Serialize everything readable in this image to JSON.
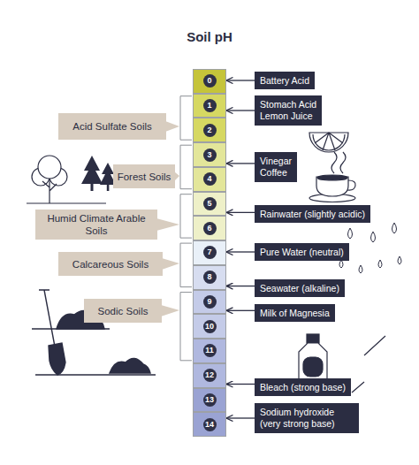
{
  "diagram": {
    "title": "Soil pH",
    "nodes": [
      {
        "text": [
          "0"
        ]
      },
      {
        "text": [
          "1"
        ]
      },
      {
        "text": [
          "2"
        ]
      },
      {
        "text": [
          "3"
        ]
      },
      {
        "text": [
          "4"
        ]
      },
      {
        "text": [
          "5"
        ]
      },
      {
        "text": [
          "6"
        ]
      },
      {
        "text": [
          "7"
        ]
      },
      {
        "text": [
          "8"
        ]
      },
      {
        "text": [
          "9"
        ]
      },
      {
        "text": [
          "10"
        ]
      },
      {
        "text": [
          "11"
        ]
      },
      {
        "text": [
          "12"
        ]
      },
      {
        "text": [
          "13"
        ]
      },
      {
        "text": [
          "14"
        ]
      },
      {
        "text": [
          "Battery Acid"
        ]
      },
      {
        "text": [
          "Stomach Acid",
          "Lemon Juice"
        ]
      },
      {
        "text": [
          "Vinegar",
          "Coffee"
        ]
      },
      {
        "text": [
          "Rainwater (slightly acidic)"
        ]
      },
      {
        "text": [
          "Pure Water (neutral)"
        ]
      },
      {
        "text": [
          "Seawater (alkaline)"
        ]
      },
      {
        "text": [
          "Milk of Magnesia"
        ]
      },
      {
        "text": [
          "Bleach (strong base)"
        ]
      },
      {
        "text": [
          "Sodium hydroxide (very strong base)"
        ]
      },
      {
        "text": [
          "Acid Sulfate Soils"
        ]
      },
      {
        "text": [
          "Forest Soils"
        ]
      },
      {
        "text": [
          "Humid Climate Arable Soils"
        ]
      },
      {
        "text": [
          "Calcareous Soils"
        ]
      },
      {
        "text": [
          "Sodic Soils"
        ]
      }
    ],
    "edges": [
      {
        "from": 15,
        "to": 0,
        "arrow": "to"
      },
      {
        "from": 16,
        "to": 1,
        "arrow": "to"
      },
      {
        "from": 17,
        "to": 3,
        "arrow": "to"
      },
      {
        "from": 18,
        "to": 5,
        "arrow": "to"
      },
      {
        "from": 19,
        "to": 7,
        "arrow": "to"
      },
      {
        "from": 20,
        "to": 8,
        "arrow": "to"
      },
      {
        "from": 21,
        "to": 9,
        "arrow": "to"
      },
      {
        "from": 22,
        "to": 12,
        "arrow": "to"
      },
      {
        "from": 23,
        "to": 14,
        "arrow": "to"
      }
    ]
  }
}
